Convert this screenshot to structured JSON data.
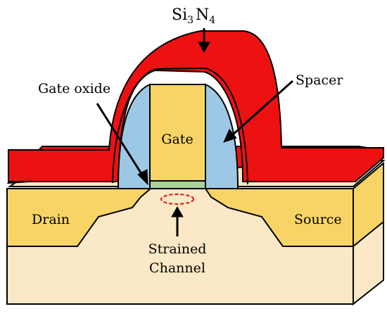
{
  "labels": {
    "si3n4_base": "Si",
    "si3n4_sub1": "3",
    "si3n4_mid": "N",
    "si3n4_sub2": "4",
    "gate_oxide": "Gate oxide",
    "spacer": "Spacer",
    "gate": "Gate",
    "drain": "Drain",
    "source": "Source",
    "strained_line1": "Strained",
    "strained_line2": "Channel"
  },
  "colors": {
    "nitride": "#ee1111",
    "spacer": "#9cc8e6",
    "gate": "#f8d466",
    "oxide": "#a6d49a",
    "source_drain": "#f8d466",
    "substrate": "#fbe8c6",
    "strain_marker": "#e01010",
    "outline": "#000000"
  }
}
